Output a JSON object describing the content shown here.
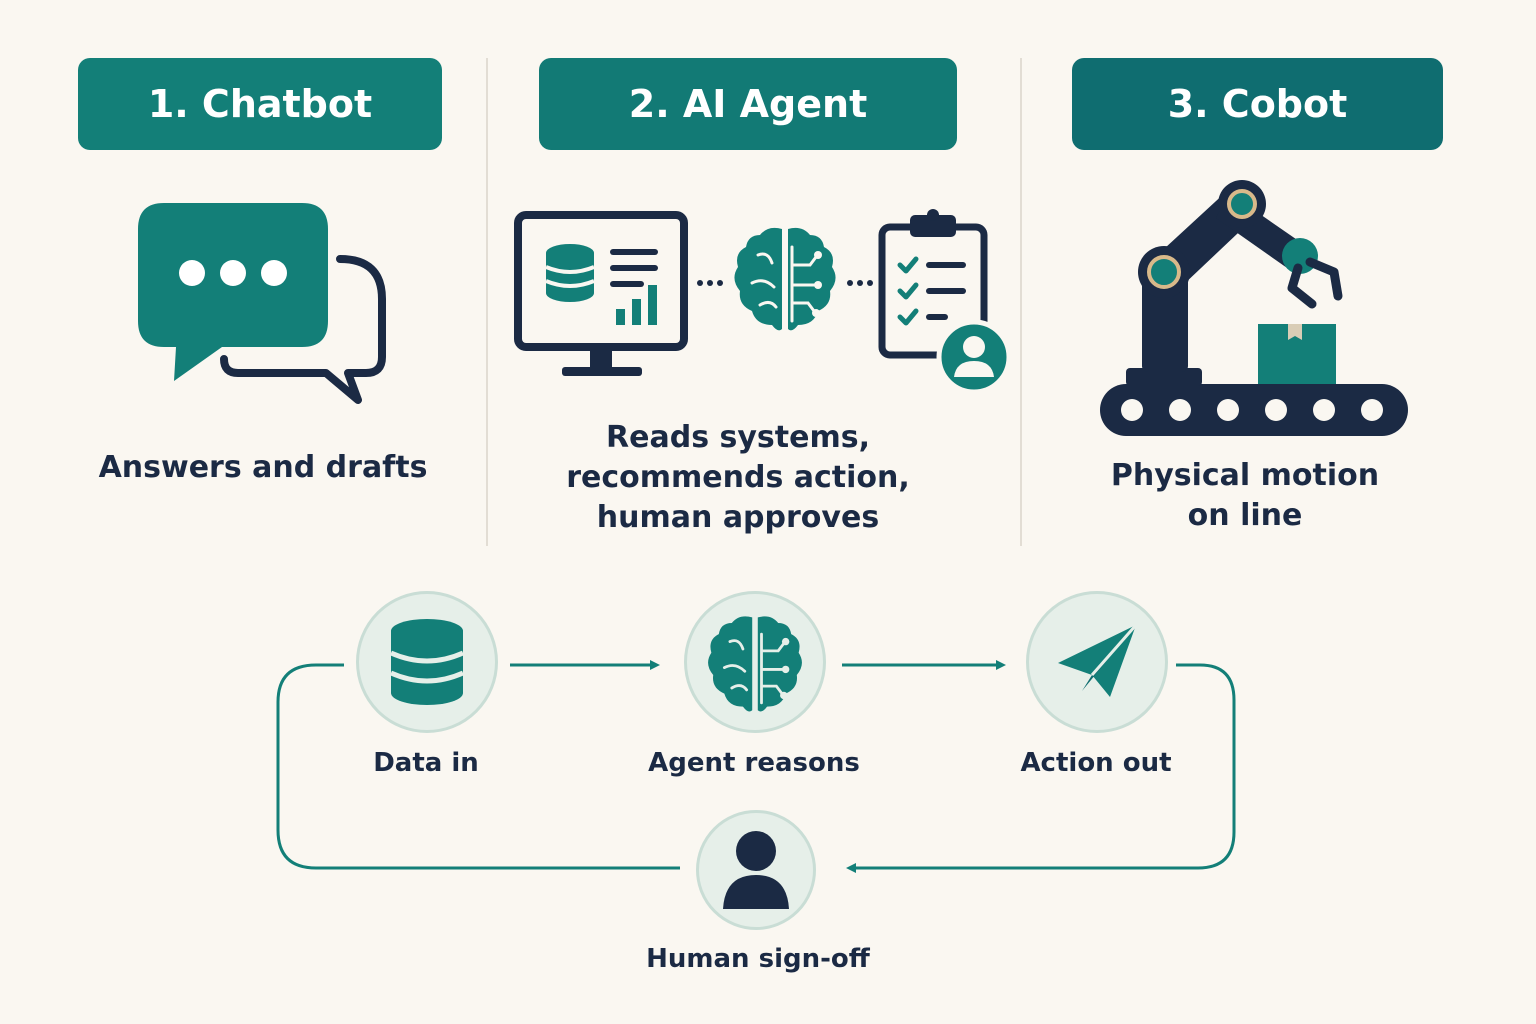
{
  "colors": {
    "teal": "#137f78",
    "teal_dark": "#0f6d70",
    "navy": "#1b2a44",
    "circle_bg": "#e6efe9",
    "background": "#faf7f1"
  },
  "columns": [
    {
      "title": "1. Chatbot",
      "caption": [
        "Answers and drafts"
      ],
      "icon": "chat-bubbles-icon"
    },
    {
      "title": "2. AI Agent",
      "caption": [
        "Reads systems,",
        "recommends action,",
        "human approves"
      ],
      "icon": "agent-workflow-icon"
    },
    {
      "title": "3. Cobot",
      "caption": [
        "Physical motion",
        "on line"
      ],
      "icon": "robot-arm-icon"
    }
  ],
  "flow": {
    "steps": [
      {
        "label": "Data in",
        "icon": "database-icon"
      },
      {
        "label": "Agent reasons",
        "icon": "brain-icon"
      },
      {
        "label": "Action out",
        "icon": "paper-plane-icon"
      },
      {
        "label": "Human sign-off",
        "icon": "person-icon"
      }
    ]
  }
}
